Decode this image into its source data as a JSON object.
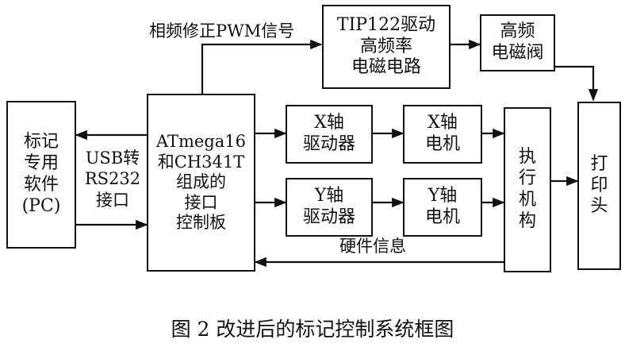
{
  "blocks": {
    "pc": "标记\n专用\n软件\n(PC)",
    "controller": "ATmega16\n和CH341T\n组成的\n接口\n控制板",
    "tip122": "TIP122驱动\n高频率\n电磁电路",
    "valve": "高频\n电磁阀",
    "x_driver": "X轴\n驱动器",
    "x_motor": "X轴\n电机",
    "y_driver": "Y轴\n驱动器",
    "y_motor": "Y轴\n电机",
    "actuator": "执\n行\n机\n构",
    "printhead": "打\n印\n头"
  },
  "labels": {
    "usb": "USB转\nRS232\n接口",
    "pwm": "相频修正PWM信号",
    "hardware_info": "硬件信息"
  },
  "caption": "图 2   改进后的标记控制系统框图"
}
